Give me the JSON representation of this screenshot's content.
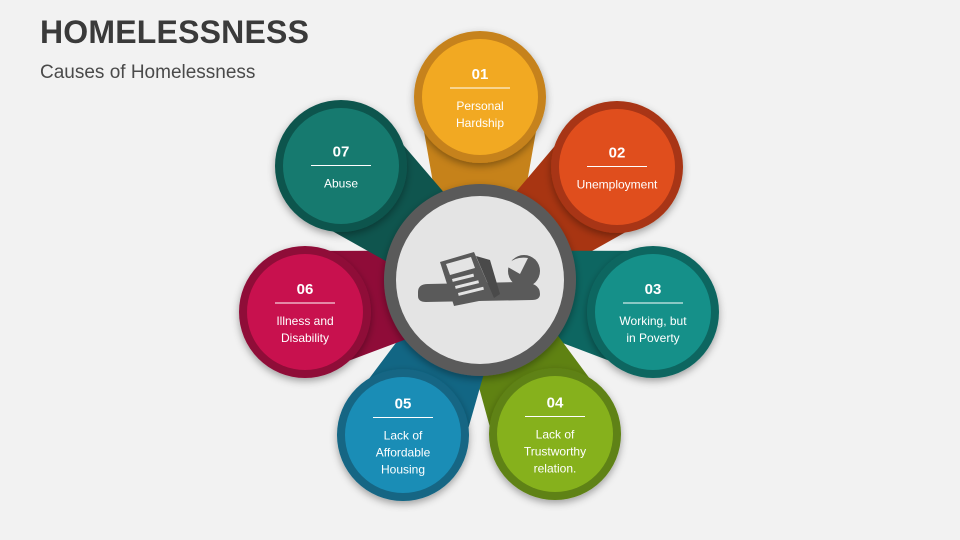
{
  "header": {
    "title": "HOMELESSNESS",
    "subtitle": "Causes of Homelessness"
  },
  "center": {
    "icon": "person-sleeping-under-newspaper-icon"
  },
  "causes": [
    {
      "number": "01",
      "label_lines": [
        "Personal",
        "Hardship"
      ],
      "color": "#f2a922",
      "dark": "#c6821a"
    },
    {
      "number": "02",
      "label_lines": [
        "Unemployment"
      ],
      "color": "#e04e1d",
      "dark": "#a83512"
    },
    {
      "number": "03",
      "label_lines": [
        "Working, but",
        "in Poverty"
      ],
      "color": "#159089",
      "dark": "#0d6661"
    },
    {
      "number": "04",
      "label_lines": [
        "Lack of",
        "Trustworthy",
        "relation."
      ],
      "color": "#86b11c",
      "dark": "#5f8212"
    },
    {
      "number": "05",
      "label_lines": [
        "Lack of",
        "Affordable",
        "Housing"
      ],
      "color": "#1a8db6",
      "dark": "#126684"
    },
    {
      "number": "06",
      "label_lines": [
        "Illness and",
        "Disability"
      ],
      "color": "#c8114e",
      "dark": "#8f0c38"
    },
    {
      "number": "07",
      "label_lines": [
        "Abuse"
      ],
      "color": "#167a6f",
      "dark": "#0f554e"
    }
  ]
}
